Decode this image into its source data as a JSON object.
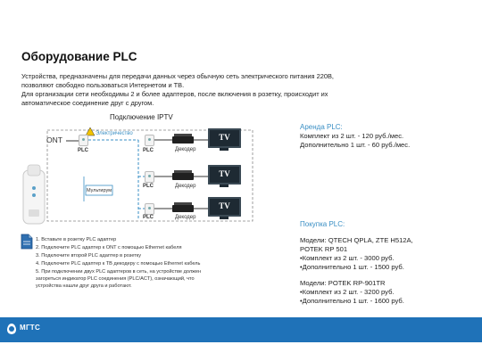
{
  "title": "Оборудование PLC",
  "intro": [
    "Устройства, предназначены для передачи данных через обычную сеть электрического питания 220В,",
    "позволяют свободно пользоваться Интернетом и ТВ.",
    "Для организации сети необходимы 2 и более адаптеров, после включения в розетку, происходит их",
    "автоматическое соединение друг с другом."
  ],
  "diagram": {
    "title": "Подключение IPTV",
    "ont_label": "ONT",
    "electric_label": "Электричество",
    "multiroom_label": "Мультирум",
    "plc_label": "PLC",
    "decoder_label": "Декодер",
    "tv_label": "TV"
  },
  "rent": {
    "heading": "Аренда PLC:",
    "lines": [
      "Комплект из 2 шт. - 120 руб./мес.",
      "Дополнительно 1 шт. - 60 руб./мес."
    ]
  },
  "steps": [
    "1. Вставьте в розетку PLC адаптер",
    "2. Подключите PLC адаптер к ONT с помощью Ethernet кабеля",
    "3. Подключите второй PLC адаптер в розетку",
    "4. Подключите PLC адаптер к ТВ декодеру с помощью Ethernet кабель",
    "5. При подключении двух PLC адаптеров в сеть, на устройстве должен",
    "загореться индикатор PLC соединения (PLC/ACT), означающий, что",
    "устройства нашли друг друга и работают."
  ],
  "purchase": {
    "heading": "Покупка PLC:",
    "model1_a": "Модели: QTECH QPLA, ZTE H512A,",
    "model1_b": "POTEK RP 501",
    "model1_items": [
      "•Комплект из 2 шт. - 3000 руб.",
      "•Дополнительно 1 шт. - 1500 руб."
    ],
    "model2": "Модели: POTEK RP-901TR",
    "model2_items": [
      "•Комплект из 2 шт. - 3200 руб.",
      "•Дополнительно 1 шт. - 1600 руб."
    ]
  },
  "footer": {
    "logo_text": "МГТС"
  },
  "colors": {
    "accent": "#3a8fc4",
    "footer": "#1f72b8",
    "line": "#3a8fc4"
  }
}
